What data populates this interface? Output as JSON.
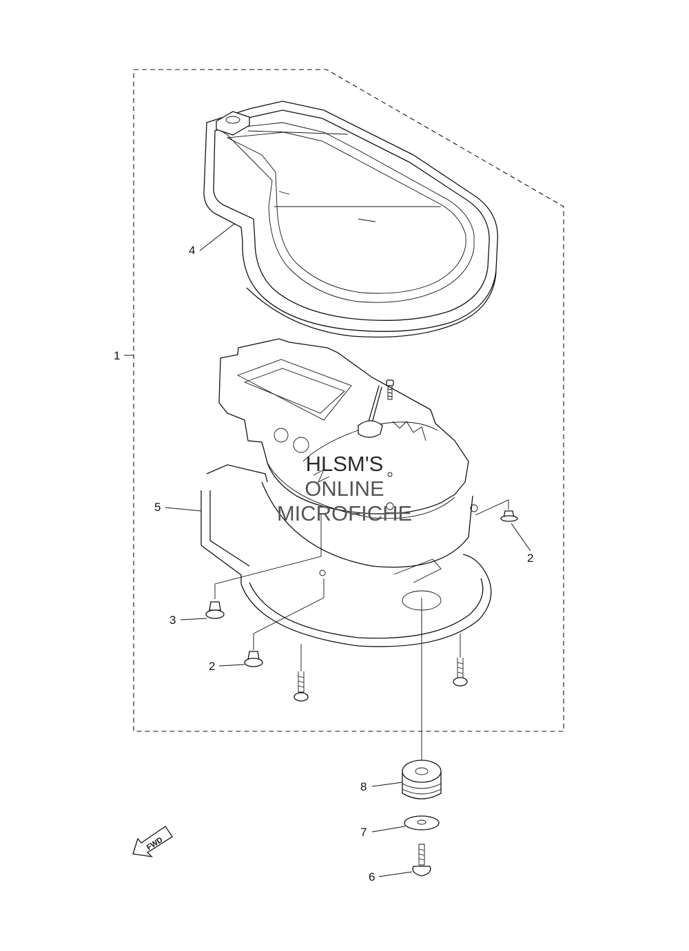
{
  "diagram": {
    "callouts": [
      "1",
      "2",
      "2",
      "3",
      "4",
      "5",
      "6",
      "7",
      "8"
    ],
    "fwd_label": "FWD",
    "watermark": [
      "HLSM'S",
      "ONLINE",
      "MICROFICHE"
    ]
  }
}
